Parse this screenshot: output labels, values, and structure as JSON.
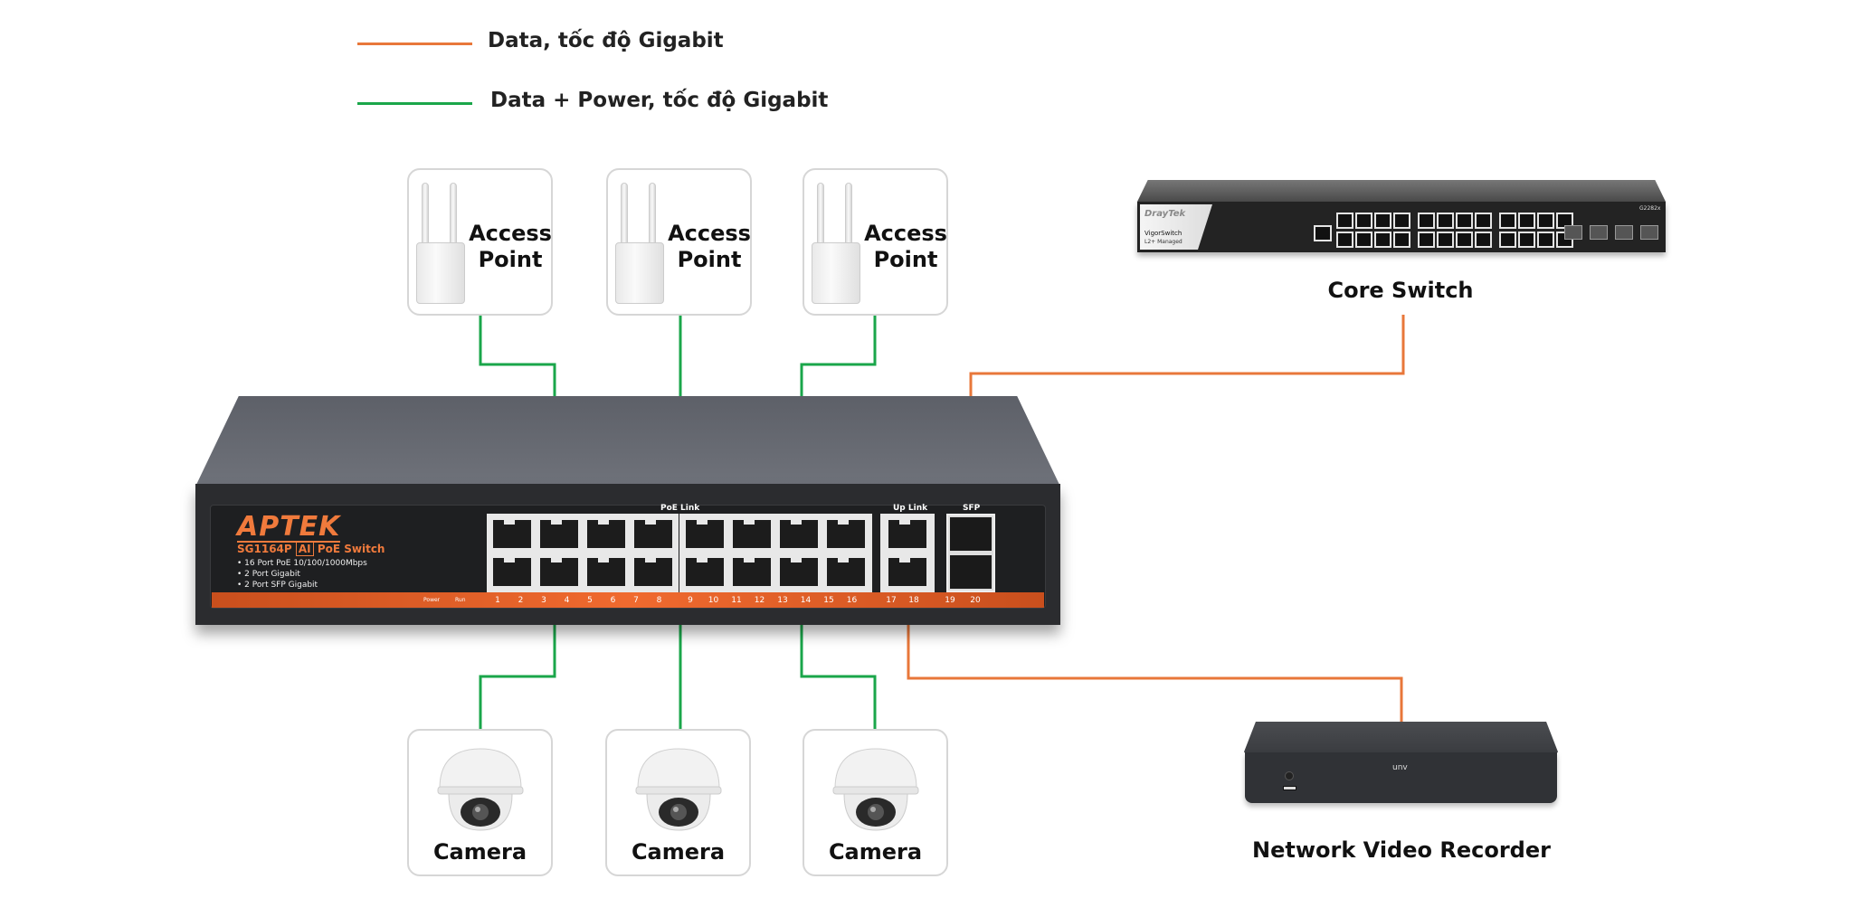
{
  "legend": [
    {
      "label": "Data, tốc độ Gigabit",
      "color": "#e8773a"
    },
    {
      "label": "Data + Power, tốc độ Gigabit",
      "color": "#1aa64a"
    }
  ],
  "access_points": [
    {
      "label_line1": "Access",
      "label_line2": "Point"
    },
    {
      "label_line1": "Access",
      "label_line2": "Point"
    },
    {
      "label_line1": "Access",
      "label_line2": "Point"
    }
  ],
  "cameras": [
    {
      "label": "Camera"
    },
    {
      "label": "Camera"
    },
    {
      "label": "Camera"
    }
  ],
  "core_switch": {
    "label": "Core Switch",
    "brand": "DrayTek",
    "model": "VigorSwitch",
    "sub": "L2+ Managed",
    "model_code": "G2282x"
  },
  "nvr": {
    "label": "Network Video Recorder",
    "brand": "unv"
  },
  "poe_switch": {
    "brand": "APTEK",
    "model": "SG1164P",
    "ai_badge": "AI",
    "type": "PoE Switch",
    "features": [
      "• 16 Port PoE 10/100/1000Mbps",
      "• 2 Port Gigabit",
      "• 2 Port SFP Gigabit"
    ],
    "label_poe": "PoE Link",
    "label_uplink": "Up Link",
    "label_sfp": "SFP",
    "power_label": "Power",
    "run_label": "Run",
    "port_numbers": [
      "1",
      "2",
      "3",
      "4",
      "5",
      "6",
      "7",
      "8",
      "9",
      "10",
      "11",
      "12",
      "13",
      "14",
      "15",
      "16",
      "17",
      "18",
      "19",
      "20"
    ]
  }
}
